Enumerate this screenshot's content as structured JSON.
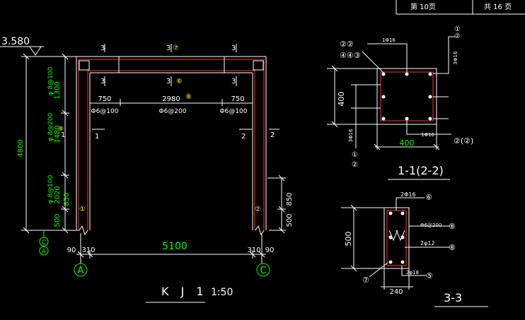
{
  "title_block": {
    "sheet_label": "第 10页",
    "total_label": "共 16 页"
  },
  "frame": {
    "elevation": "3.580",
    "dims_vertical": [
      "1300",
      "1480",
      "2020",
      "850",
      "500",
      "4800"
    ],
    "dims_vertical_right": [
      "850",
      "500"
    ],
    "stirrups_vertical": [
      "φ 8@100",
      "φ 8@200",
      "φ 8@100"
    ],
    "beam_spans": [
      "750",
      "2980",
      "750"
    ],
    "beam_stirrups": [
      "Φ6@100",
      "Φ6@200",
      "Φ6@100"
    ],
    "section_marks": [
      "3",
      "3",
      "3",
      "3",
      "3",
      "3",
      "1",
      "1",
      "2",
      "2"
    ],
    "circled_marks": [
      "⑦",
      "⑥",
      "⑧",
      "⑧",
      "①",
      "②"
    ],
    "span_dim": "5100",
    "edge_dims": [
      "90",
      "310",
      "310",
      "90"
    ],
    "axis_labels": [
      "C",
      "A",
      "A",
      "C"
    ],
    "name": "K J 1",
    "scale": "1:50"
  },
  "section_1": {
    "top_labels": [
      "②②",
      "④④③"
    ],
    "top_bar": "1Φ16",
    "right_marks": [
      "①",
      "②"
    ],
    "right_bar": "3Φ16",
    "height_dim": "400",
    "left_bar": "3Φ16",
    "bottom_bar": "1Φ16",
    "bottom_right_label": "②(②)",
    "bottom_left_marks": [
      "①",
      "②"
    ],
    "width_dim": "400",
    "title": "1-1(2-2)"
  },
  "section_3": {
    "top_bar": "2Φ16",
    "top_mark": "⑥",
    "stirrup": "Φ6@200",
    "stirrup_mark": "⑧",
    "mid_bar": "2φ12",
    "mid_mark": "⑧",
    "height_dim": "500",
    "left_mark": "⑦",
    "bottom_bar": "2φ18",
    "bottom_mark": "⑤",
    "width_dim": "240",
    "title": "3-3"
  }
}
